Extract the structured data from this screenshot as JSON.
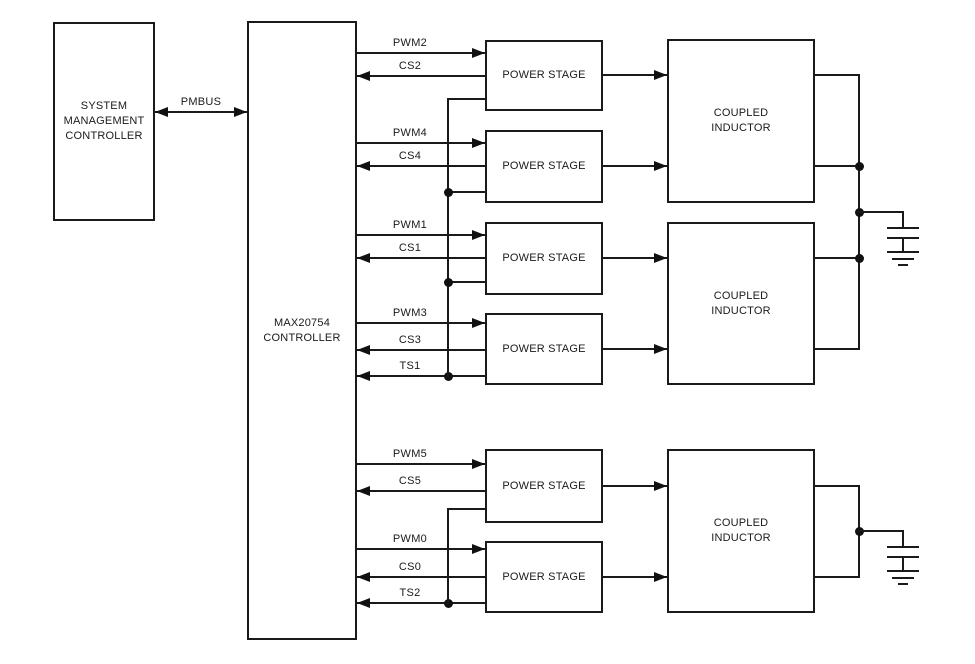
{
  "blocks": {
    "system_management_controller": "SYSTEM\nMANAGEMENT\nCONTROLLER",
    "max20754_controller": "MAX20754\nCONTROLLER",
    "power_stage": "POWER STAGE",
    "coupled_inductor": "COUPLED\nINDUCTOR"
  },
  "bus": {
    "pmbus": "PMBUS"
  },
  "signals": {
    "pwm2": "PWM2",
    "cs2": "CS2",
    "pwm4": "PWM4",
    "cs4": "CS4",
    "pwm1": "PWM1",
    "cs1": "CS1",
    "pwm3": "PWM3",
    "cs3": "CS3",
    "ts1": "TS1",
    "pwm5": "PWM5",
    "cs5": "CS5",
    "pwm0": "PWM0",
    "cs0": "CS0",
    "ts2": "TS2"
  },
  "connections": [
    {
      "signal": "PMBUS",
      "between": [
        "SYSTEM MANAGEMENT CONTROLLER",
        "MAX20754 CONTROLLER"
      ],
      "direction": "bidirectional"
    },
    {
      "signal": "PWM2",
      "from": "MAX20754 CONTROLLER",
      "to": "POWER STAGE 1"
    },
    {
      "signal": "CS2",
      "from": "POWER STAGE 1",
      "to": "MAX20754 CONTROLLER"
    },
    {
      "signal": "PWM4",
      "from": "MAX20754 CONTROLLER",
      "to": "POWER STAGE 2"
    },
    {
      "signal": "CS4",
      "from": "POWER STAGE 2",
      "to": "MAX20754 CONTROLLER"
    },
    {
      "signal": "PWM1",
      "from": "MAX20754 CONTROLLER",
      "to": "POWER STAGE 3"
    },
    {
      "signal": "CS1",
      "from": "POWER STAGE 3",
      "to": "MAX20754 CONTROLLER"
    },
    {
      "signal": "PWM3",
      "from": "MAX20754 CONTROLLER",
      "to": "POWER STAGE 4"
    },
    {
      "signal": "CS3",
      "from": "POWER STAGE 4",
      "to": "MAX20754 CONTROLLER"
    },
    {
      "signal": "TS1",
      "from": "POWER STAGES 1-4 (shared bus)",
      "to": "MAX20754 CONTROLLER"
    },
    {
      "signal": "PWM5",
      "from": "MAX20754 CONTROLLER",
      "to": "POWER STAGE 5"
    },
    {
      "signal": "CS5",
      "from": "POWER STAGE 5",
      "to": "MAX20754 CONTROLLER"
    },
    {
      "signal": "PWM0",
      "from": "MAX20754 CONTROLLER",
      "to": "POWER STAGE 6"
    },
    {
      "signal": "CS0",
      "from": "POWER STAGE 6",
      "to": "MAX20754 CONTROLLER"
    },
    {
      "signal": "TS2",
      "from": "POWER STAGES 5-6 (shared bus)",
      "to": "MAX20754 CONTROLLER"
    },
    {
      "from": "POWER STAGE 1",
      "to": "COUPLED INDUCTOR 1"
    },
    {
      "from": "POWER STAGE 2",
      "to": "COUPLED INDUCTOR 1"
    },
    {
      "from": "POWER STAGE 3",
      "to": "COUPLED INDUCTOR 2"
    },
    {
      "from": "POWER STAGE 4",
      "to": "COUPLED INDUCTOR 2"
    },
    {
      "from": "POWER STAGE 5",
      "to": "COUPLED INDUCTOR 3"
    },
    {
      "from": "POWER STAGE 6",
      "to": "COUPLED INDUCTOR 3"
    },
    {
      "from": "COUPLED INDUCTOR 1 + 2 outputs",
      "to": "common rail with capacitor to ground"
    },
    {
      "from": "COUPLED INDUCTOR 3 outputs",
      "to": "rail with capacitor to ground"
    }
  ],
  "colors": {
    "line": "#1a1a1a",
    "text": "#1a1a1a",
    "background": "#ffffff"
  }
}
